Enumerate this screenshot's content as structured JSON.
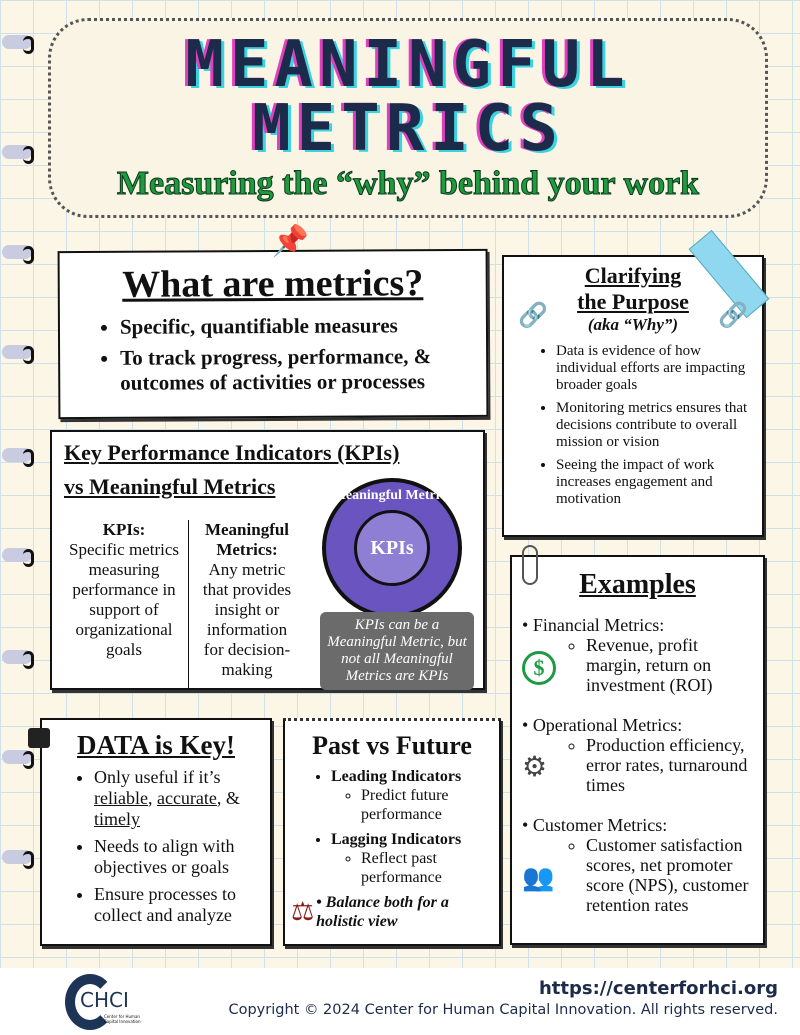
{
  "header": {
    "title_line1": "MEANINGFUL",
    "title_line2": "METRICS",
    "subtitle": "Measuring the “why” behind your work"
  },
  "what": {
    "heading": "What are metrics?",
    "bullets": [
      "Specific, quantifiable measures",
      "To track progress, performance, & outcomes of activities or processes"
    ]
  },
  "clarify": {
    "heading_line1": "Clarifying",
    "heading_line2": "the Purpose",
    "aka": "(aka “Why”)",
    "bullets": [
      "Data is evidence of how individual efforts are impacting broader goals",
      "Monitoring metrics ensures that decisions contribute to overall mission or vision",
      "Seeing the impact of work increases engagement and motivation"
    ]
  },
  "kpi": {
    "heading_line1": "Key Performance Indicators (KPIs)",
    "heading_line2": "vs Meaningful Metrics",
    "kpis_label": "KPIs:",
    "kpis_text": "Specific metrics measuring performance in support of organizational goals",
    "mm_label": "Meaningful Metrics:",
    "mm_text": "Any metric that provides insight or information for decision-making",
    "outer_ring": "Meaningful Metrics",
    "inner": "KPIs",
    "note": "KPIs can be a Meaningful Metric, but not all Meaningful Metrics are KPIs"
  },
  "examples": {
    "heading": "Examples",
    "groups": [
      {
        "title": "Financial Metrics:",
        "detail": "Revenue, profit margin, return on investment (ROI)",
        "icon": "dollar-icon"
      },
      {
        "title": "Operational Metrics:",
        "detail": "Production efficiency, error rates, turnaround times",
        "icon": "gears-icon"
      },
      {
        "title": "Customer Metrics:",
        "detail": "Customer satisfaction scores, net promoter score (NPS), customer retention rates",
        "icon": "people-icon"
      }
    ]
  },
  "data": {
    "heading": "DATA is Key!",
    "b1_pre": "Only useful if it’s ",
    "w1": "reliable",
    "sep1": ", ",
    "w2": "accurate",
    "sep2": ", & ",
    "w3": "timely",
    "b2": "Needs to align with objectives or goals",
    "b3": "Ensure processes to collect and analyze"
  },
  "past": {
    "heading": "Past vs Future",
    "leading": "Leading Indicators",
    "leading_sub": "Predict future performance",
    "lagging": "Lagging Indicators",
    "lagging_sub": "Reflect past performance",
    "balance": "Balance both for a holistic view"
  },
  "footer": {
    "logo": "CHCI",
    "logo_small": "Center for Human Capital Innovation",
    "url": "https://centerforhci.org",
    "copyright": "Copyright © 2024 Center for Human Capital Innovation. All rights reserved."
  }
}
